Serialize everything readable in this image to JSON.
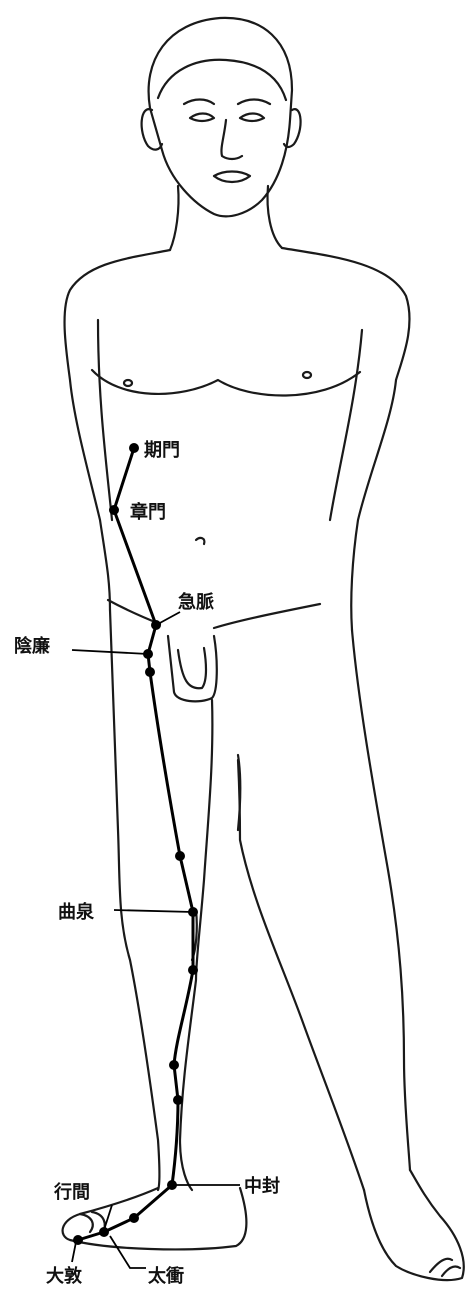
{
  "colors": {
    "outline": "#1a1a1a",
    "meridian": "#000000",
    "background": "#ffffff"
  },
  "points": [
    {
      "id": "qimen",
      "label": "期門"
    },
    {
      "id": "zhangmen",
      "label": "章門"
    },
    {
      "id": "jimai",
      "label": "急脈"
    },
    {
      "id": "yinlian",
      "label": "陰廉"
    },
    {
      "id": "ququan",
      "label": "曲泉"
    },
    {
      "id": "xingjian",
      "label": "行間"
    },
    {
      "id": "zhongfeng",
      "label": "中封"
    },
    {
      "id": "dadun",
      "label": "大敦"
    },
    {
      "id": "taichong",
      "label": "太衝"
    }
  ]
}
